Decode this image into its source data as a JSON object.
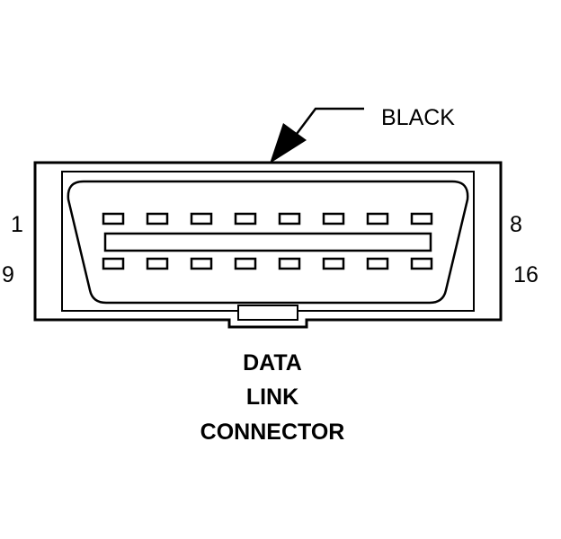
{
  "connector": {
    "color_label": "BLACK",
    "pin_labels": {
      "top_left": "1",
      "top_right": "8",
      "bottom_left": "9",
      "bottom_right": "16"
    },
    "title_lines": [
      "DATA",
      "LINK",
      "CONNECTOR"
    ],
    "pins_per_row": 8,
    "rows": 2
  },
  "colors": {
    "ink": "#000000",
    "background": "#ffffff"
  }
}
